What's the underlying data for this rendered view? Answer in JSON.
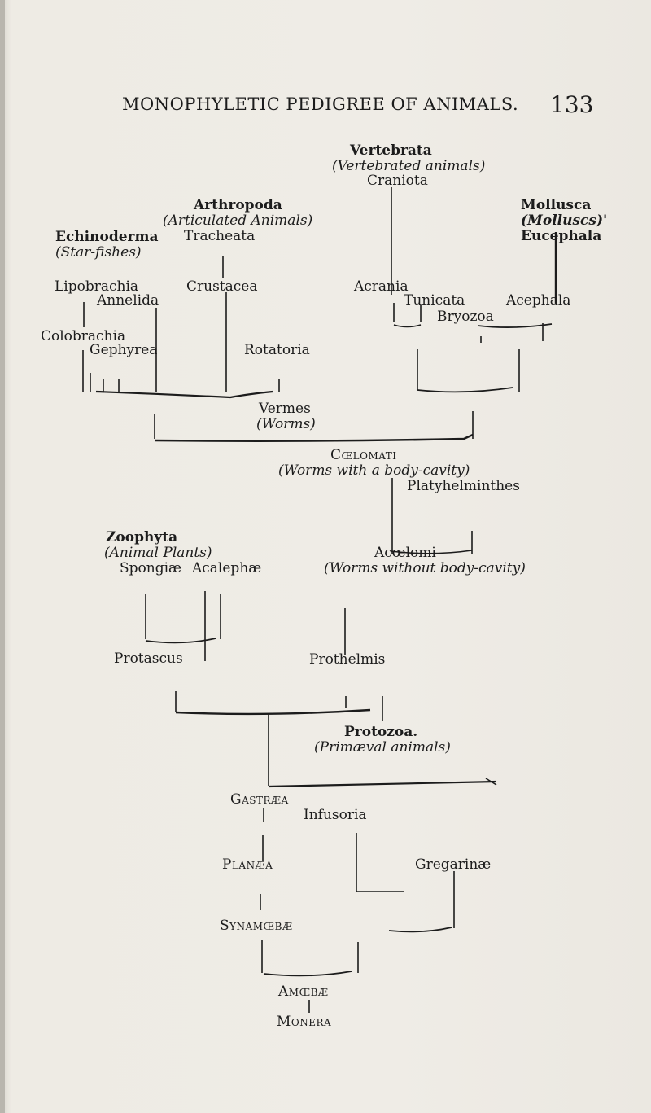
{
  "header": {
    "title": "MONOPHYLETIC PEDIGREE OF ANIMALS.",
    "page_number": "133"
  },
  "tree": {
    "vertebrata": {
      "name": "Vertebrata",
      "gloss": "(Vertebrated animals)",
      "sub": "Craniota"
    },
    "arthropoda": {
      "name": "Arthropoda",
      "gloss": "(Articulated Animals)",
      "sub": "Tracheata"
    },
    "mollusca": {
      "name": "Mollusca",
      "gloss": "(Molluscs)'",
      "sub": "Eucephala"
    },
    "echinoderma": {
      "name": "Echinoderma",
      "gloss": "(Star-fishes)"
    },
    "lipobrachia": "Lipobrachia",
    "crustacea": "Crustacea",
    "acrania": "Acrania",
    "annelida": "Annelida",
    "tunicata": "Tunicata",
    "acephala": "Acephala",
    "bryozoa": "Bryozoa",
    "colobrachia": "Colobrachia",
    "gephyrea": "Gephyrea",
    "rotatoria": "Rotatoria",
    "vermes": {
      "name": "Vermes",
      "gloss": "(Worms)"
    },
    "coelomati": {
      "name": "Cœlomati",
      "gloss": "(Worms with a body-cavity)"
    },
    "platyhelminthes": "Platyhelminthes",
    "zoophyta": {
      "name": "Zoophyta",
      "gloss": "(Animal Plants)"
    },
    "spongiae": "Spongiæ",
    "acalephae": "Acalephæ",
    "acoelomi": {
      "name": "Acœlomi",
      "gloss": "(Worms without body-cavity)"
    },
    "protascus": "Protascus",
    "prothelmis": "Prothelmis",
    "protozoa": {
      "name": "Protozoa.",
      "gloss": "(Primæval animals)"
    },
    "gastraea": "Gastræa",
    "infusoria": "Infusoria",
    "planaea": "Planæa",
    "gregarinae": "Gregarinæ",
    "synamoebae": "Synamœbæ",
    "amoebae": "Amœbæ",
    "monera": "Monera"
  }
}
